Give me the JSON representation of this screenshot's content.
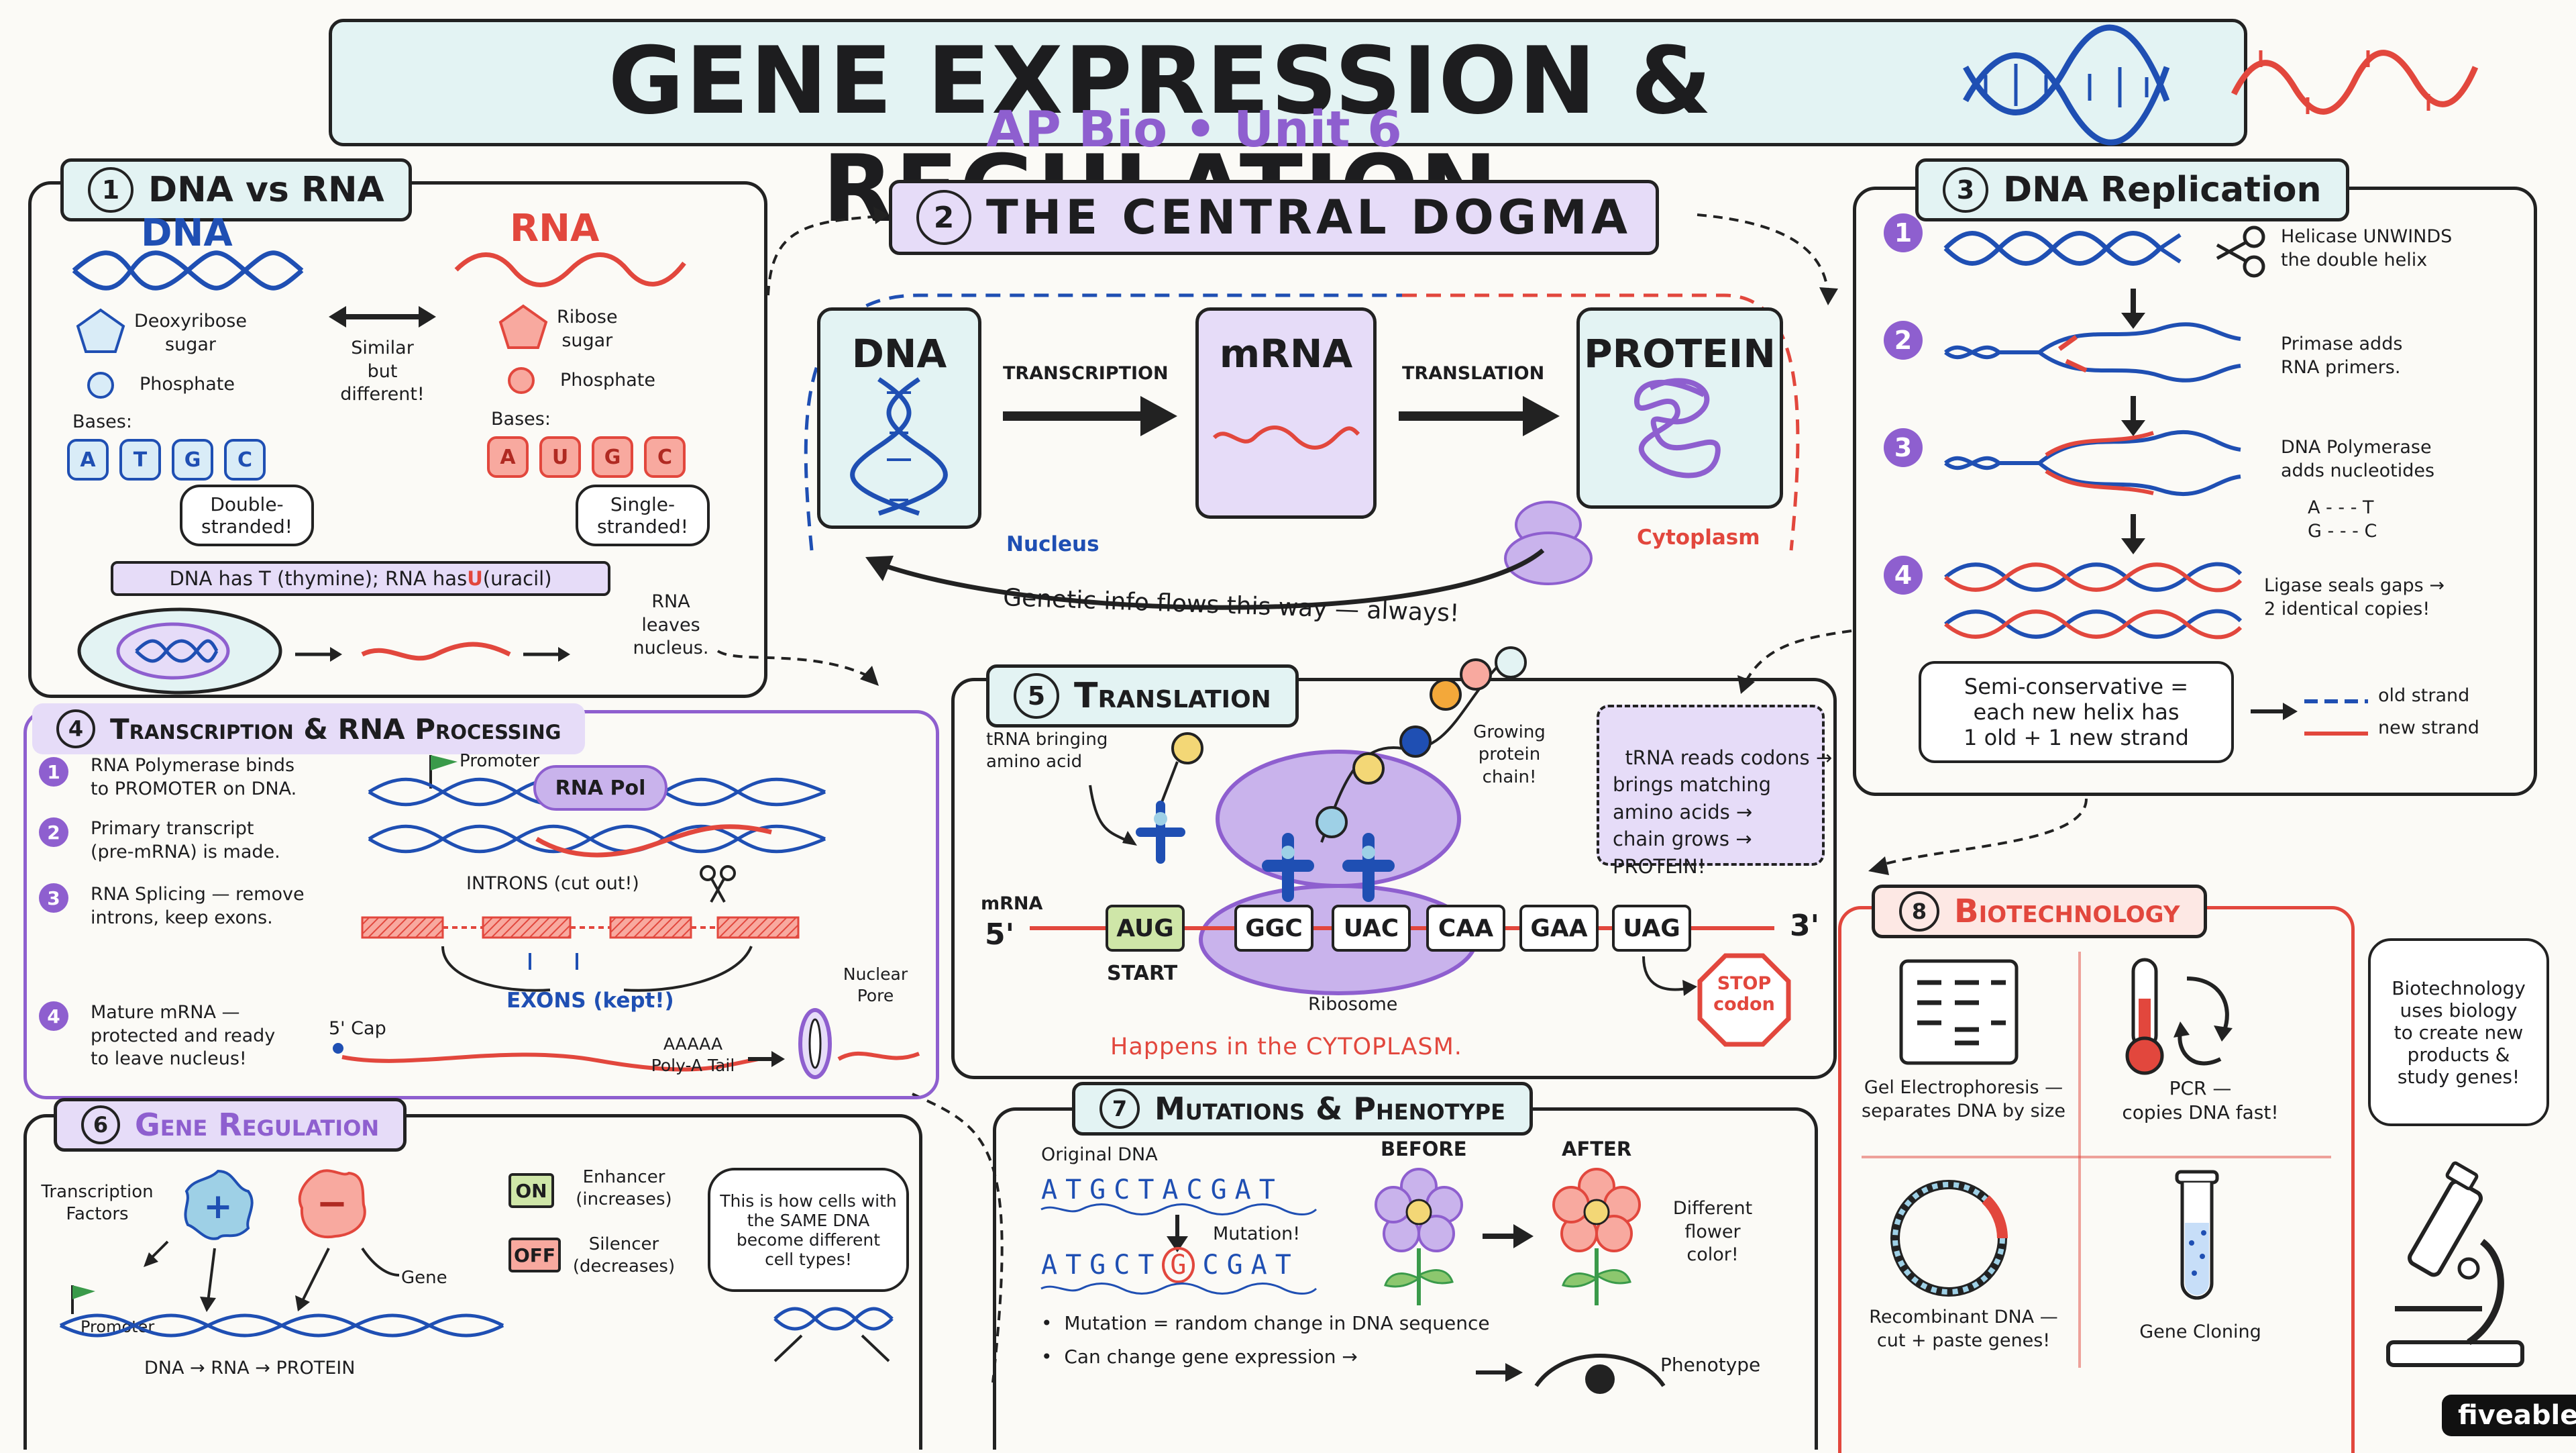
{
  "header": {
    "title": "GENE EXPRESSION & REGULATION",
    "subtitle": "AP Bio • Unit 6"
  },
  "colors": {
    "purple": "#8e5fcf",
    "purple_fill": "#e6dcf8",
    "blue": "#1f4fb3",
    "red": "#e2473d",
    "teal_fill": "#e3f3f3",
    "red_fill": "#fde8e4"
  },
  "s1": {
    "num": "1",
    "title": "DNA vs RNA",
    "dna": "DNA",
    "rna": "RNA",
    "dna_sugar": "Deoxyribose\nsugar",
    "dna_phosphate": "Phosphate",
    "rna_sugar": "Ribose\nsugar",
    "rna_phosphate": "Phosphate",
    "compare": "Similar\nbut\ndifferent!",
    "bases_label": "Bases:",
    "dna_bases": [
      "A",
      "T",
      "G",
      "C"
    ],
    "rna_bases": [
      "A",
      "U",
      "G",
      "C"
    ],
    "dna_strand": "Double-\nstranded!",
    "rna_strand": "Single-\nstranded!",
    "note_a": "DNA has T (thymine); RNA has ",
    "note_u": "U",
    "note_b": " (uracil)",
    "leaves": "RNA\nleaves\nnucleus."
  },
  "s2": {
    "num": "2",
    "title": "THE CENTRAL DOGMA",
    "dna": "DNA",
    "mrna": "mRNA",
    "protein": "PROTEIN",
    "transcription": "TRANSCRIPTION",
    "translation": "TRANSLATION",
    "nucleus": "Nucleus",
    "cytoplasm": "Cytoplasm",
    "flow": "Genetic info flows this way — always!"
  },
  "s3": {
    "num": "3",
    "title": "DNA Replication",
    "steps": [
      {
        "n": "1",
        "text": "Helicase UNWINDS\nthe double helix"
      },
      {
        "n": "2",
        "text": "Primase adds\nRNA primers."
      },
      {
        "n": "3",
        "text": "DNA Polymerase\nadds nucleotides"
      },
      {
        "n": "4",
        "text": "Ligase seals gaps →\n2 identical copies!"
      }
    ],
    "pairs": "A - - - T\nG - - - C",
    "semi": "Semi-conservative =\neach new helix has\n1 old + 1 new strand",
    "old": "old strand",
    "new": "new strand"
  },
  "s4": {
    "num": "4",
    "title": "Transcription & RNA Processing",
    "steps": [
      {
        "n": "1",
        "text": "RNA Polymerase binds\nto PROMOTER on DNA."
      },
      {
        "n": "2",
        "text": "Primary transcript\n(pre-mRNA) is made."
      },
      {
        "n": "3",
        "text": "RNA Splicing — remove\nintrons, keep exons."
      },
      {
        "n": "4",
        "text": "Mature mRNA —\nprotected and ready\nto leave nucleus!"
      }
    ],
    "promoter": "Promoter",
    "rna_pol": "RNA Pol",
    "introns": "INTRONS (cut out!)",
    "exons": "EXONS (kept!)",
    "cap": "5' Cap",
    "polya": "AAAAA\nPoly-A Tail",
    "pore": "Nuclear\nPore"
  },
  "s5": {
    "num": "5",
    "title": "Translation",
    "trna": "tRNA bringing\namino acid",
    "chain": "Growing\nprotein\nchain!",
    "info": "tRNA reads codons →\nbrings matching\namino acids →\nchain grows →\nPROTEIN!",
    "mrna": "mRNA",
    "five": "5'",
    "three": "3'",
    "codons": [
      "AUG",
      "GGC",
      "UAC",
      "CAA",
      "GAA",
      "UAG"
    ],
    "start": "START",
    "ribosome": "Ribosome",
    "stop": "STOP\ncodon",
    "where": "Happens in the CYTOPLASM."
  },
  "s6": {
    "num": "6",
    "title": "Gene Regulation",
    "tf": "Transcription\nFactors",
    "plus": "+",
    "minus": "−",
    "gene": "Gene",
    "promoter": "Promoter",
    "flow": "DNA → RNA → PROTEIN",
    "on": "ON",
    "off": "OFF",
    "enhancer": "Enhancer\n(increases)",
    "silencer": "Silencer\n(decreases)",
    "bubble": "This is how cells with\nthe SAME DNA\nbecome different\ncell types!"
  },
  "s7": {
    "num": "7",
    "title": "Mutations & Phenotype",
    "original": "Original DNA",
    "seq1": "ATGCTACGAT",
    "seq2_a": "ATGCT",
    "seq2_m": "G",
    "seq2_b": "CGAT",
    "mutation": "Mutation!",
    "before": "BEFORE",
    "after": "AFTER",
    "color": "Different\nflower\ncolor!",
    "b1": "Mutation = random change in DNA sequence",
    "b2": "Can change gene expression →",
    "phenotype": "Phenotype"
  },
  "s8": {
    "num": "8",
    "title": "Biotechnology",
    "gel": "Gel Electrophoresis —\nseparates DNA by size",
    "pcr": "PCR —\ncopies DNA fast!",
    "recomb": "Recombinant DNA —\ncut + paste genes!",
    "clone": "Gene Cloning",
    "bubble": "Biotechnology\nuses biology\nto create new\nproducts &\nstudy genes!"
  },
  "brand": "fiveable"
}
